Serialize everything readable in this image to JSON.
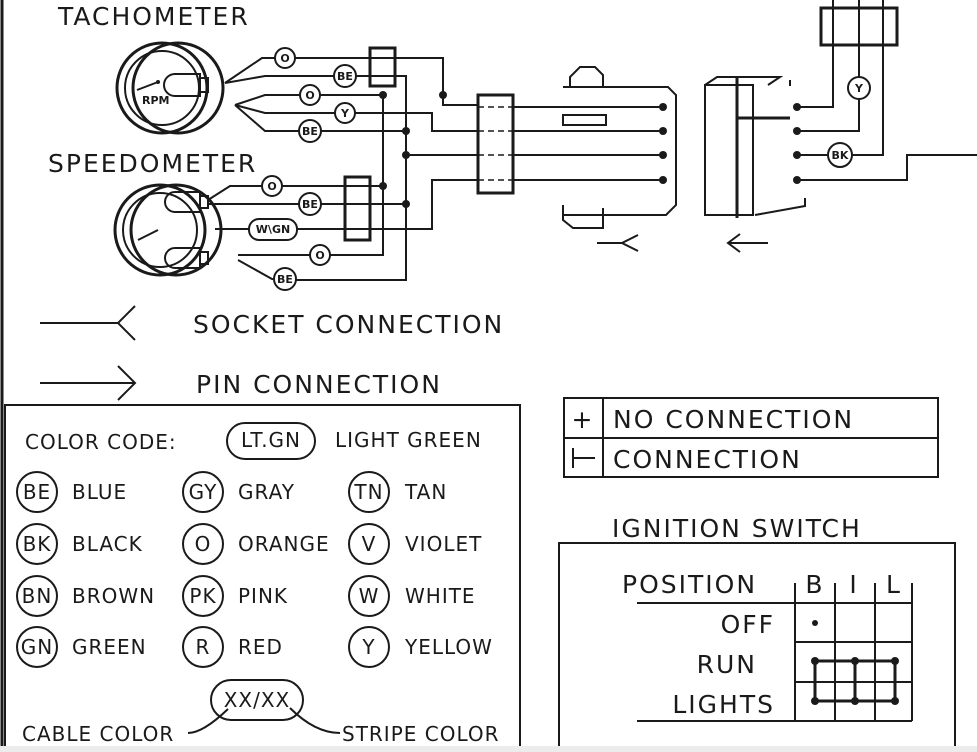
{
  "gauges": {
    "tachometer_title": "TACHOMETER",
    "tachometer_face": "RPM",
    "speedometer_title": "SPEEDOMETER"
  },
  "wire_labels": {
    "tach": [
      "O",
      "BE",
      "O",
      "Y",
      "BE"
    ],
    "speedo": [
      "O",
      "BE",
      "W\\GN",
      "O",
      "BE"
    ],
    "harness": [
      "Y",
      "BK"
    ]
  },
  "legend": {
    "socket": "SOCKET CONNECTION",
    "pin": "PIN CONNECTION",
    "no_connection_symbol": "+",
    "no_connection": "NO CONNECTION",
    "connection": "CONNECTION"
  },
  "color_code": {
    "title": "COLOR CODE:",
    "light_green_code": "LT.GN",
    "light_green_name": "LIGHT GREEN",
    "items": [
      {
        "code": "BE",
        "name": "BLUE"
      },
      {
        "code": "GY",
        "name": "GRAY"
      },
      {
        "code": "TN",
        "name": "TAN"
      },
      {
        "code": "BK",
        "name": "BLACK"
      },
      {
        "code": "O",
        "name": "ORANGE"
      },
      {
        "code": "V",
        "name": "VIOLET"
      },
      {
        "code": "BN",
        "name": "BROWN"
      },
      {
        "code": "PK",
        "name": "PINK"
      },
      {
        "code": "W",
        "name": "WHITE"
      },
      {
        "code": "GN",
        "name": "GREEN"
      },
      {
        "code": "R",
        "name": "RED"
      },
      {
        "code": "Y",
        "name": "YELLOW"
      }
    ],
    "example": "XX/XX",
    "cable_color": "CABLE COLOR",
    "stripe_color": "STRIPE COLOR"
  },
  "ignition_switch": {
    "title": "IGNITION SWITCH",
    "header": "POSITION",
    "columns": [
      "B",
      "I",
      "L"
    ],
    "rows": [
      {
        "position": "OFF",
        "connected": [
          "B"
        ]
      },
      {
        "position": "RUN",
        "connected": [
          "B",
          "I",
          "L"
        ]
      },
      {
        "position": "LIGHTS",
        "connected": [
          "B",
          "I",
          "L"
        ]
      }
    ]
  }
}
